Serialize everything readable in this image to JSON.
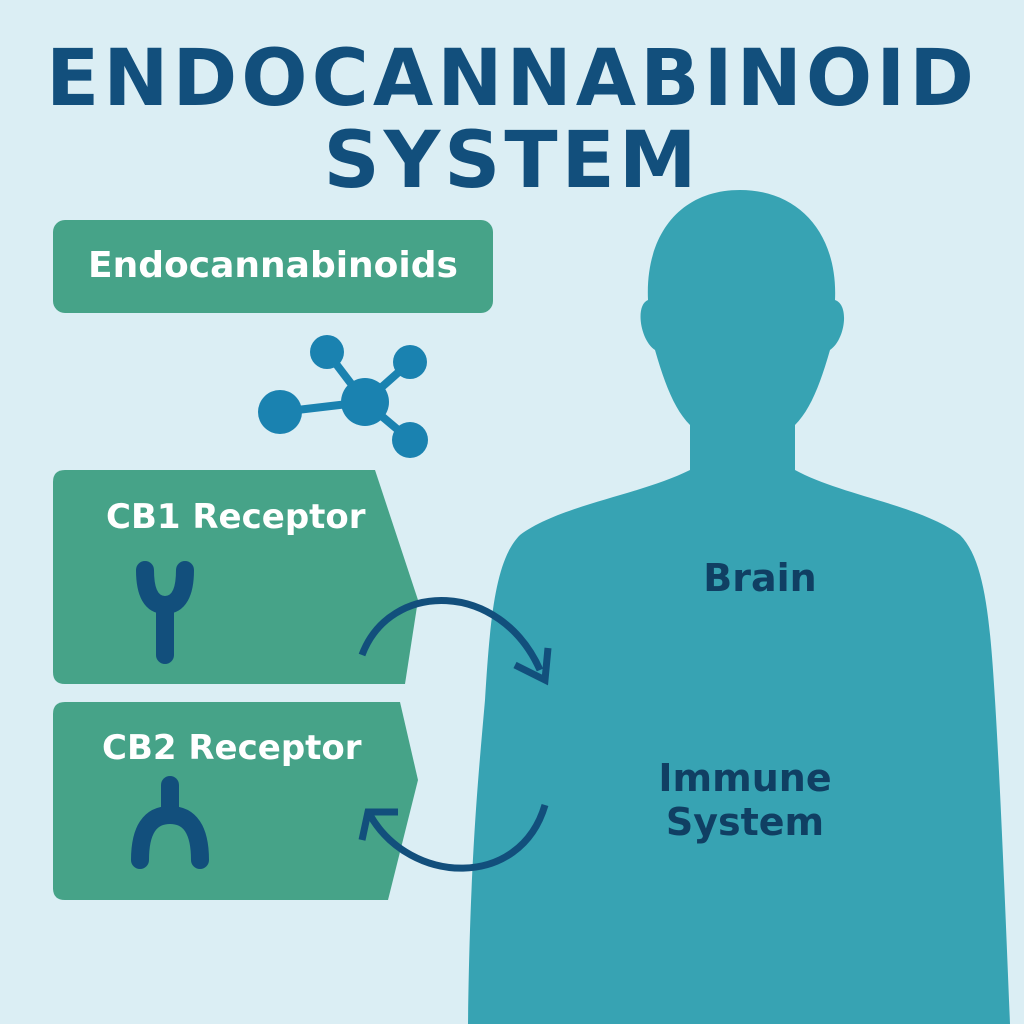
{
  "title": {
    "line1": "ENDOCANNABINOID",
    "line2": "SYSTEM"
  },
  "endocannabinoids_label": "Endocannabinoids",
  "cb1_label": "CB1 Receptor",
  "cb2_label": "CB2 Receptor",
  "brain_label": "Brain",
  "immune_label": "Immune System",
  "colors": {
    "background": "#dbeef4",
    "title": "#124f7c",
    "box": "#46a388",
    "body": "#37a3b3",
    "molecule": "#1a82b0",
    "arrow": "#124f7c"
  }
}
